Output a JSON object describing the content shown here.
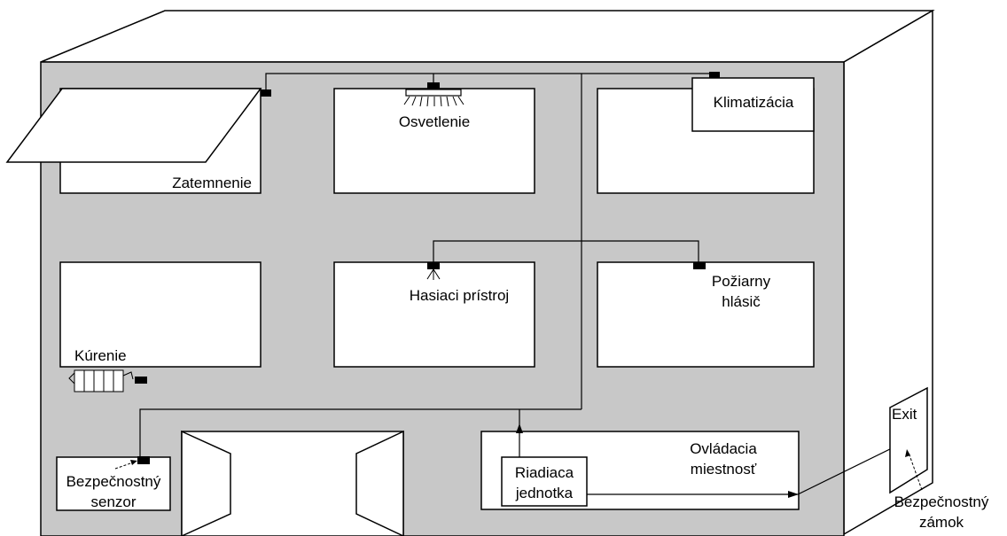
{
  "colors": {
    "wall": "#c8c8c8",
    "box": "#ffffff",
    "line": "#000000",
    "device": "#000000"
  },
  "labels": {
    "zatemnenie": "Zatemnenie",
    "osvetlenie": "Osvetlenie",
    "klimatizacia": "Klimatizácia",
    "hasiaci_line1": "Hasiaci prístroj",
    "poziarny_line1": "Požiarny",
    "poziarny_line2": "hlásič",
    "kurenie": "Kúrenie",
    "ovladacia_line1": "Ovládacia",
    "ovladacia_line2": "miestnosť",
    "riadiaca_line1": "Riadiaca",
    "riadiaca_line2": "jednotka",
    "senzor_line1": "Bezpečnostný",
    "senzor_line2": "senzor",
    "exit": "Exit",
    "zamok_line1": "Bezpečnostný",
    "zamok_line2": "zámok"
  },
  "icons": [
    "awning-icon",
    "ceiling-light-icon",
    "sprinkler-icon",
    "smoke-detector-icon",
    "radiator-icon",
    "door-icon",
    "lock-icon",
    "sensor-icon"
  ]
}
